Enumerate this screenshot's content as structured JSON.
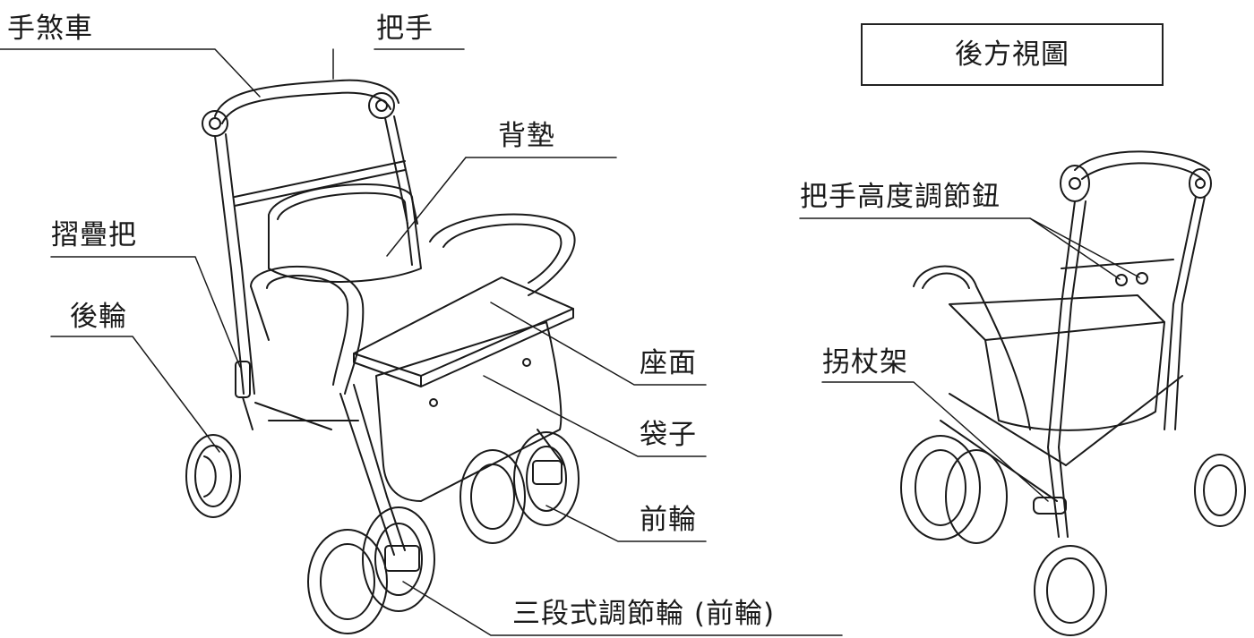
{
  "view_title": "後方視圖",
  "labels": {
    "hand_brake": "手煞車",
    "handle": "把手",
    "backrest": "背墊",
    "folding_lever": "摺疊把",
    "rear_wheel": "後輪",
    "seat": "座面",
    "bag": "袋子",
    "front_wheel": "前輪",
    "three_stage_wheel": "三段式調節輪 (前輪)",
    "handle_height_knob": "把手高度調節鈕",
    "cane_holder": "拐杖架"
  }
}
